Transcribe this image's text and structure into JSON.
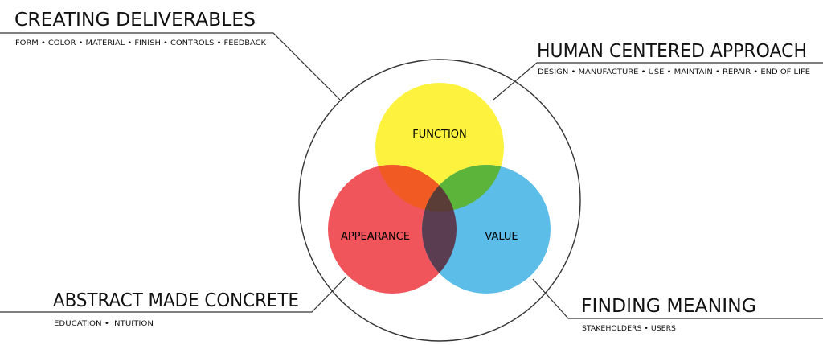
{
  "callouts": {
    "top_left": {
      "title": "CREATING DELIVERABLES",
      "subtitle": "FORM • COLOR • MATERIAL • FINISH • CONTROLS • FEEDBACK"
    },
    "top_right": {
      "title": "HUMAN CENTERED APPROACH",
      "subtitle": "DESIGN • MANUFACTURE • USE • MAINTAIN • REPAIR • END OF LIFE"
    },
    "bottom_left": {
      "title": "ABSTRACT MADE CONCRETE",
      "subtitle": "EDUCATION • INTUITION"
    },
    "bottom_right": {
      "title": "FINDING MEANING",
      "subtitle": "STAKEHOLDERS • USERS"
    }
  },
  "venn": {
    "function": {
      "label": "FUNCTION",
      "color": "#fdf33e"
    },
    "appearance": {
      "label": "APPEARANCE",
      "color": "#f0555c"
    },
    "value": {
      "label": "VALUE",
      "color": "#5dbde9"
    },
    "function_appearance_color": "#f15a22",
    "function_value_color": "#5db43a",
    "appearance_value_color": "#5b3d52",
    "center_color": "#5b3d38"
  },
  "colors": {
    "ring": "#333333",
    "text": "#111111"
  }
}
